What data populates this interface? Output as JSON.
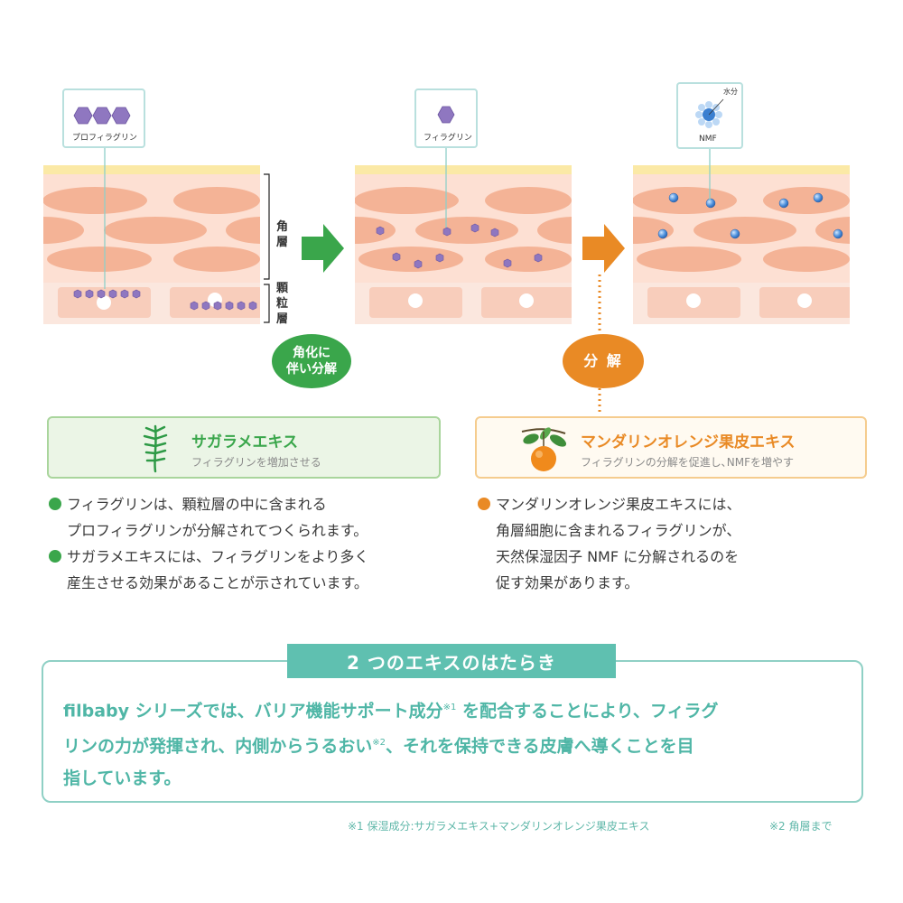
{
  "diagram": {
    "panel1_label": "プロフィラグリン",
    "panel2_label": "フィラグリン",
    "panel3_water": "水分",
    "panel3_nmf": "NMF",
    "layer_horny": "角層",
    "layer_granular": "顆粒層",
    "step1": [
      "角化に",
      "伴い分解"
    ],
    "step2": "分 解"
  },
  "extract_left": {
    "title": "サガラメエキス",
    "sub": "フィラグリンを増加させる"
  },
  "extract_right": {
    "title": "マンダリンオレンジ果皮エキス",
    "sub": "フィラグリンの分解を促進し､NMFを増やす"
  },
  "bullets_left": [
    [
      "フィラグリンは、顆粒層の中に含まれる",
      "プロフィラグリンが分解されてつくられます。"
    ],
    [
      "サガラメエキスには、フィラグリンをより多く",
      "産生させる効果があることが示されています。"
    ]
  ],
  "bullets_right": [
    [
      "マンダリンオレンジ果皮エキスには、",
      "角層細胞に含まれるフィラグリンが、",
      "天然保湿因子 NMF に分解されるのを",
      "促す効果があります。"
    ]
  ],
  "summary": {
    "heading": "2 つのエキスのはたらき",
    "line1_a": "filbaby シリーズでは、バリア機能サポート成分",
    "sup1": "※1",
    "line1_b": " を配合することにより、フィラグ",
    "line2_a": "リンの力が発揮され、内側からうるおい",
    "sup2": "※2",
    "line2_b": "、それを保持できる皮膚へ導くことを目",
    "line3": "指しています。"
  },
  "footnotes": {
    "note1": "※1 保湿成分:サガラメエキス+マンダリンオレンジ果皮エキス",
    "note2": "※2 角層まで"
  },
  "colors": {
    "green": "#3aa64b",
    "orange": "#e98a25",
    "purple": "#8f77c0",
    "blue": "#3b7fd0",
    "teal": "#5fc0b0"
  }
}
